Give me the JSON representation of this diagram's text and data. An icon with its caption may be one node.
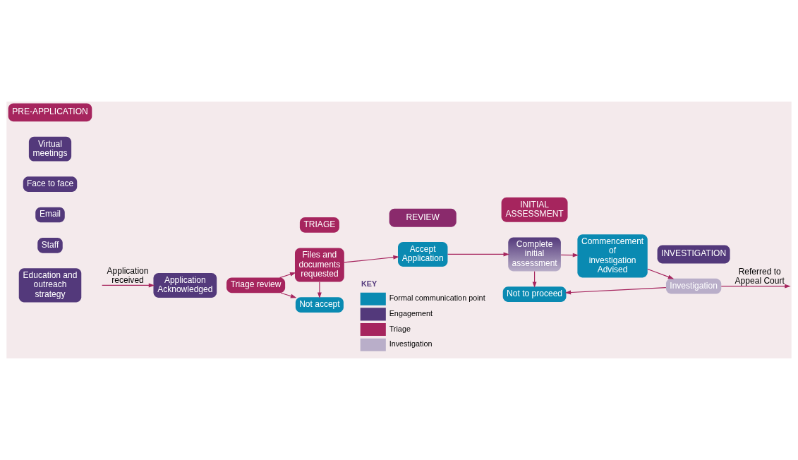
{
  "diagram": {
    "nodes": [
      {
        "text": [
          "PRE-APPLICATION"
        ]
      },
      {
        "text": [
          "REVIEW"
        ]
      },
      {
        "text": [
          "INVESTIGATION"
        ]
      },
      {
        "text": [
          "TRIAGE"
        ]
      },
      {
        "text": [
          "INITIAL ASSESSMENT"
        ]
      },
      {
        "text": [
          "Staff"
        ]
      },
      {
        "text": [
          "Email"
        ]
      },
      {
        "text": [
          "Face to face"
        ]
      },
      {
        "text": [
          "Virtual meetings"
        ]
      },
      {
        "text": [
          "Education and outreach strategy"
        ]
      },
      {
        "text": [
          "Application Acknowledged"
        ]
      },
      {
        "text": [
          "Triage review"
        ]
      },
      {
        "text": [
          "Files and documents requested"
        ]
      },
      {
        "text": [
          "Not accept"
        ]
      },
      {
        "text": [
          "Accept Application"
        ]
      },
      {
        "text": [
          "Complete initial assessment"
        ]
      },
      {
        "text": [
          "Not to proceed"
        ]
      },
      {
        "text": [
          "Commencement of investigation Advised"
        ]
      },
      {
        "text": [
          "Investigation"
        ]
      }
    ],
    "edges": [
      {
        "from": null,
        "to": 10,
        "arrow": "to",
        "label": "Application received"
      },
      {
        "from": 11,
        "to": 12,
        "arrow": "to"
      },
      {
        "from": 11,
        "to": 13,
        "arrow": "to"
      },
      {
        "from": 12,
        "to": 13,
        "arrow": "to"
      },
      {
        "from": 12,
        "to": 14,
        "arrow": "to"
      },
      {
        "from": 14,
        "to": 15,
        "arrow": "to"
      },
      {
        "from": 15,
        "to": 16,
        "arrow": "to"
      },
      {
        "from": 15,
        "to": 17,
        "arrow": "to"
      },
      {
        "from": 17,
        "to": 18,
        "arrow": "to"
      },
      {
        "from": 18,
        "to": 16,
        "arrow": "to"
      },
      {
        "from": 18,
        "to": null,
        "arrow": "to",
        "label": "Referred to Appeal Court"
      }
    ],
    "labels": [
      "KEY"
    ],
    "legend": [
      {
        "text": "Formal communication point",
        "color": "#0a8ab2"
      },
      {
        "text": "Engagement",
        "color": "#53397b"
      },
      {
        "text": "Triage",
        "color": "#a6255e"
      },
      {
        "text": "Investigation",
        "color": "#b9aec9"
      }
    ]
  }
}
